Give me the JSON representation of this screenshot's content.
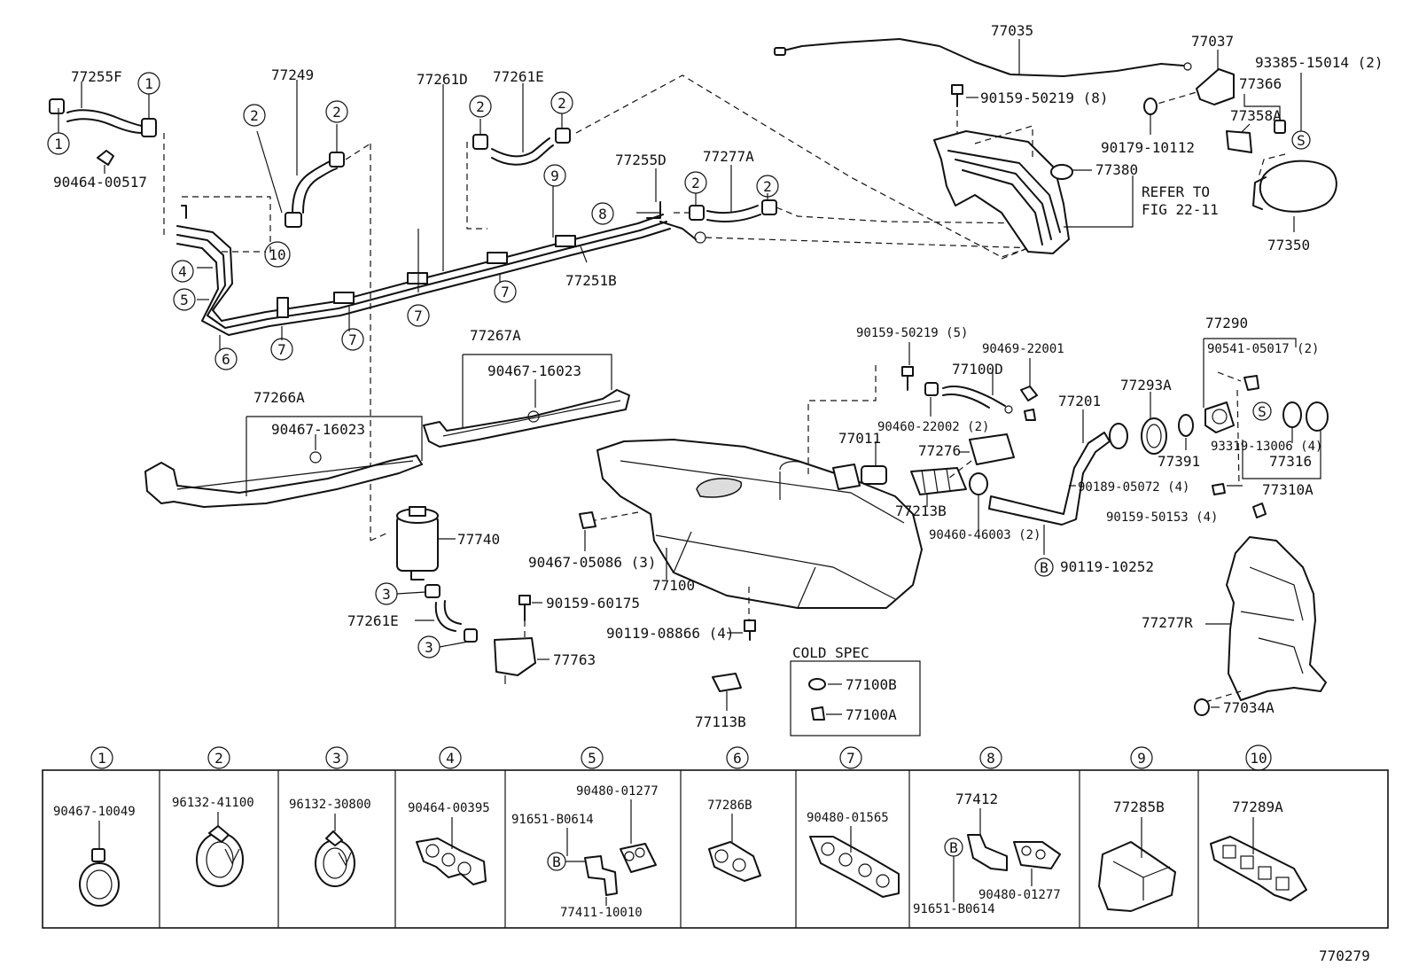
{
  "diagram_id": "770279",
  "cold_spec": {
    "title": "COLD SPEC",
    "items": [
      "77100B",
      "77100A"
    ]
  },
  "refer_note": [
    "REFER TO",
    "FIG 22-11"
  ],
  "part_labels": {
    "p77255F": "77255F",
    "p90464_00517": "90464-00517",
    "p77249": "77249",
    "p77261D": "77261D",
    "p77261E_top": "77261E",
    "p77255D": "77255D",
    "p77277A": "77277A",
    "p77251B": "77251B",
    "p77035": "77035",
    "p77037": "77037",
    "p93385": "93385-15014 (2)",
    "p90159_50219_8": "90159-50219 (8)",
    "p77366": "77366",
    "p77358A": "77358A",
    "p90179": "90179-10112",
    "p77380": "77380",
    "p77350": "77350",
    "p77267A": "77267A",
    "p90467_16023_a": "90467-16023",
    "p77266A": "77266A",
    "p90467_16023_b": "90467-16023",
    "p90159_50219_5": "90159-50219 (5)",
    "p90469": "90469-22001",
    "p77100D": "77100D",
    "p90460_22002": "90460-22002 (2)",
    "p77011": "77011",
    "p77276": "77276",
    "p77213B": "77213B",
    "p90460_46003": "90460-46003 (2)",
    "p77201": "77201",
    "p77293A": "77293A",
    "p77391": "77391",
    "p77290": "77290",
    "p90541": "90541-05017 (2)",
    "p93319": "93319-13006 (4)",
    "p77316": "77316",
    "p77310A": "77310A",
    "p90189": "90189-05072 (4)",
    "p90159_50153": "90159-50153 (4)",
    "p90119_10252": "90119-10252",
    "p77740": "77740",
    "p90467_05086": "90467-05086 (3)",
    "p77100": "77100",
    "p77261E_low": "77261E",
    "p90159_60175": "90159-60175",
    "p90119_08866": "90119-08866 (4)",
    "p77763": "77763",
    "p77113B": "77113B",
    "p77277R": "77277R",
    "p77034A": "77034A"
  },
  "letter_markers": {
    "s": "S",
    "b": "B"
  },
  "callouts": [
    "1",
    "2",
    "3",
    "4",
    "5",
    "6",
    "7",
    "8",
    "9",
    "10"
  ],
  "legend": [
    {
      "num": "1",
      "parts": [
        "90467-10049"
      ]
    },
    {
      "num": "2",
      "parts": [
        "96132-41100"
      ]
    },
    {
      "num": "3",
      "parts": [
        "96132-30800"
      ]
    },
    {
      "num": "4",
      "parts": [
        "90464-00395"
      ]
    },
    {
      "num": "5",
      "parts": [
        "90480-01277",
        "91651-B0614",
        "77411-10010"
      ]
    },
    {
      "num": "6",
      "parts": [
        "77286B"
      ]
    },
    {
      "num": "7",
      "parts": [
        "90480-01565"
      ]
    },
    {
      "num": "8",
      "parts": [
        "77412",
        "90480-01277",
        "91651-B0614"
      ]
    },
    {
      "num": "9",
      "parts": [
        "77285B"
      ]
    },
    {
      "num": "10",
      "parts": [
        "77289A"
      ]
    }
  ]
}
